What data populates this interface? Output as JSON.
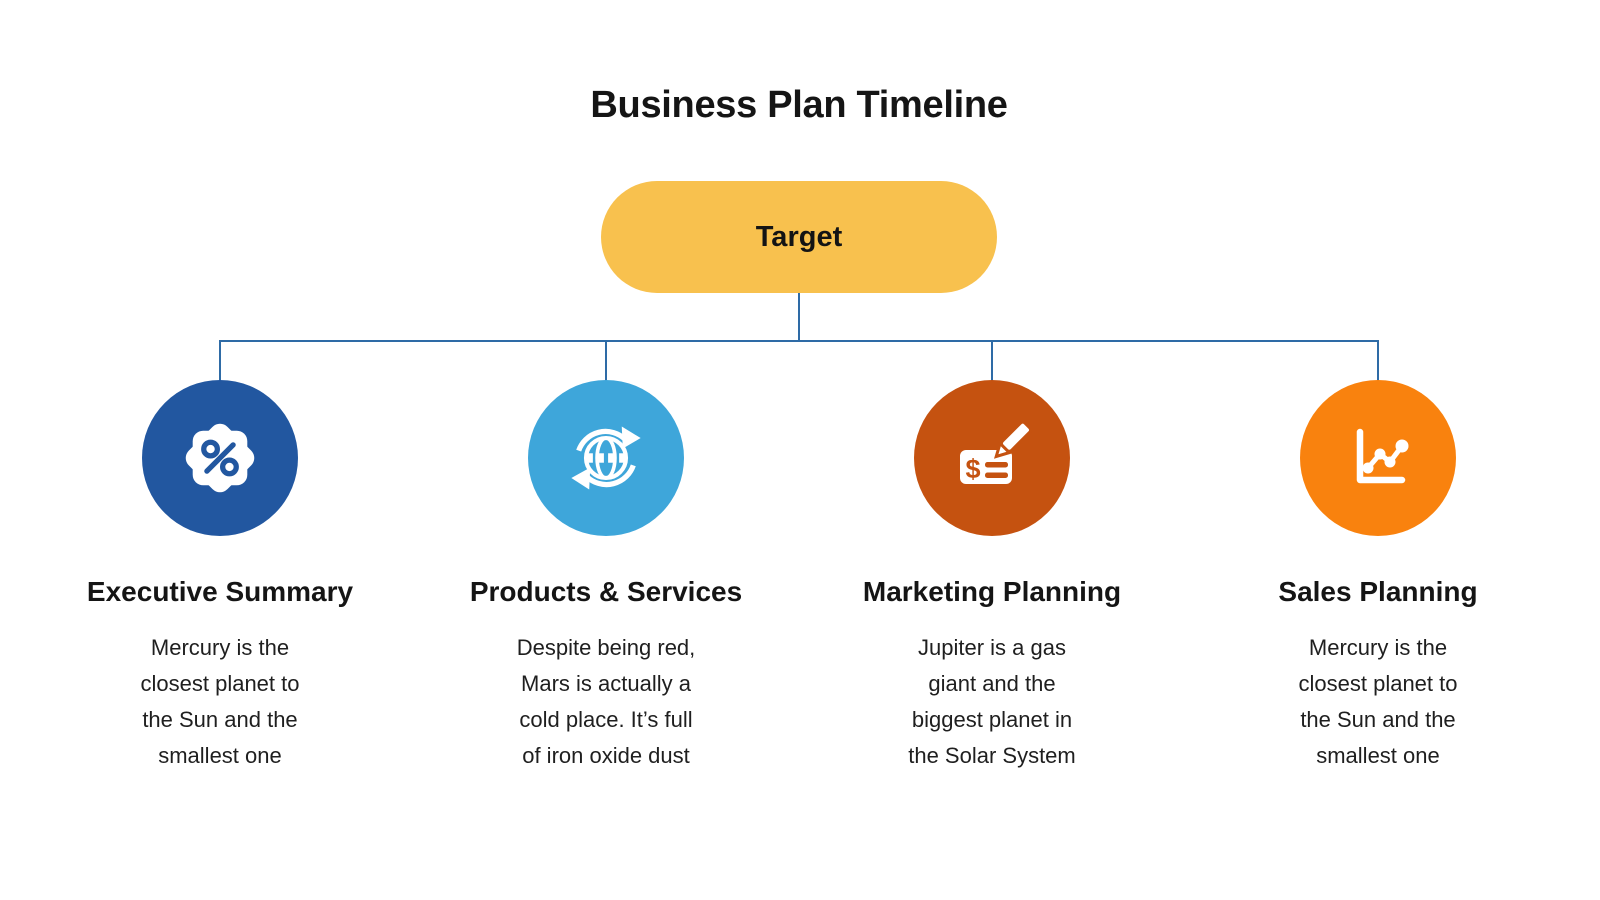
{
  "title": "Business Plan Timeline",
  "background_color": "#FFFFFF",
  "connector_color": "#2E6BA6",
  "root": {
    "label": "Target",
    "color": "#F8C14E"
  },
  "branches": [
    {
      "title": "Executive Summary",
      "icon": "discount-badge-icon",
      "color": "#2257A0",
      "description": "Mercury is the\nclosest planet to\nthe Sun and the\nsmallest one"
    },
    {
      "title": "Products & Services",
      "icon": "globe-sync-icon",
      "color": "#3EA6DA",
      "description": "Despite being red,\nMars is actually a\ncold place. It’s full\nof iron oxide dust"
    },
    {
      "title": "Marketing Planning",
      "icon": "check-pen-icon",
      "color": "#C55210",
      "description": "Jupiter is a gas\ngiant and the\nbiggest planet in\nthe Solar System"
    },
    {
      "title": "Sales Planning",
      "icon": "line-chart-icon",
      "color": "#F9820E",
      "description": "Mercury is the\nclosest planet to\nthe Sun and the\nsmallest one"
    }
  ]
}
